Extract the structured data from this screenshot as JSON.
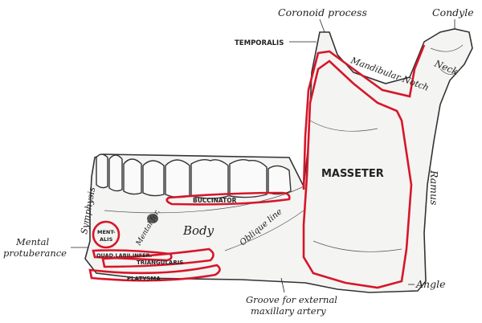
{
  "labels": {
    "coronoid_process": "Coronoid process",
    "condyle": "Condyle",
    "temporalis": "TEMPORALIS",
    "mandibular_notch": "Mandibular Notch",
    "neck": "Neck",
    "masseter": "MASSETER",
    "buccinator": "BUCCINATOR",
    "ramus": "Ramus",
    "symphysis": "Symphysis",
    "mentalis_line1": "MENT-",
    "mentalis_line2": "ALIS",
    "mental_foramen": "Mental for.",
    "body": "Body",
    "oblique_line": "Oblique line",
    "mental_protuberance_line1": "Mental",
    "mental_protuberance_line2": "protuberance",
    "quad_labii_infer": "QUAD.LABII.INFER.",
    "triangularis": "TRIANGULARIS",
    "platysma": "PLATYSMA",
    "groove_line1": "Groove for external",
    "groove_line2": "maxillary artery",
    "angle": "Angle"
  },
  "colors": {
    "muscle_outline": "#d6162a",
    "bone_ink": "#333333",
    "background": "#ffffff"
  }
}
